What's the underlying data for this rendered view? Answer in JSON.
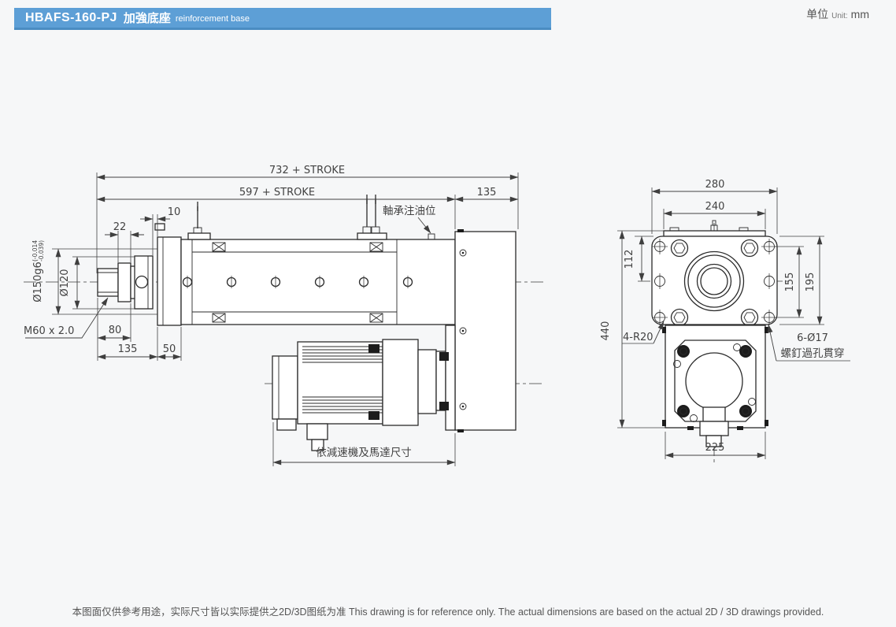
{
  "meta": {
    "bg": "#f6f7f8",
    "line": "#2b2b2b",
    "dim": "#424242",
    "accent": "#5d9fd6",
    "accent_dark": "#4a8cc2",
    "text": "#4a4a4a"
  },
  "header": {
    "model": "HBAFS-160-PJ",
    "name_cn": "加強底座",
    "name_en": "reinforcement base",
    "unit_cn": "单位",
    "unit_en": "Unit:",
    "unit_value": "mm"
  },
  "side_view": {
    "dim_overall": "732 + STROKE",
    "dim_body": "597 + STROKE",
    "dim_housing": "135",
    "dim_cap_gap": "10",
    "dim_collar": "22",
    "dim_shaft_dia": "Ø150g6",
    "dim_shaft_tol_top": "(-0.014",
    "dim_shaft_tol_bottom": "-0.039)",
    "dim_pilot_dia": "Ø120",
    "dim_thread": "M60 x 2.0",
    "dim_shaft_len": "80",
    "dim_front_len": "135",
    "dim_flange_w": "50",
    "label_grease": "軸承注油位",
    "dim_motor_note": "依減速機及馬達尺寸"
  },
  "end_view": {
    "dim_w_outer": "280",
    "dim_w_plate": "240",
    "dim_h_top": "112",
    "dim_h_holes": "155",
    "dim_h_flange": "195",
    "dim_h_overall": "440",
    "label_corner": "4-R20",
    "label_holes": "6-Ø17",
    "label_holes_note": "螺釘過孔貫穿",
    "dim_w_motor": "225"
  },
  "footer": {
    "note_cn": "本图面仅供參考用途，实际尺寸皆以实际提供之2D/3D图纸为准",
    "note_en": "This drawing is for reference only. The actual dimensions are based on the actual 2D / 3D drawings provided."
  }
}
